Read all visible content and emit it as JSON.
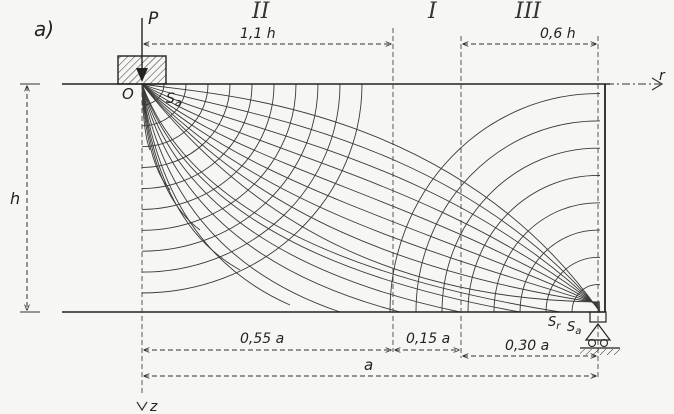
{
  "figure": {
    "panel_label": "a)",
    "load_label": "P",
    "origin_label": "O",
    "axis_r_label": "r",
    "axis_z_label": "z",
    "height_label": "h",
    "section_labels": [
      "II",
      "I",
      "III"
    ],
    "top_dims": [
      "1,1 h",
      "0,6 h"
    ],
    "bottom_dims": [
      "0,55 a",
      "0,15 a",
      "0,30 a"
    ],
    "total_dim": "a",
    "stress_labels": {
      "sa_top": "S",
      "sa_top_sub": "a",
      "sr": "S",
      "sr_sub": "r",
      "sa_bot": "S",
      "sa_bot_sub": "a"
    }
  },
  "colors": {
    "ink": "#2a2a2a",
    "paper": "#f6f6f3"
  }
}
